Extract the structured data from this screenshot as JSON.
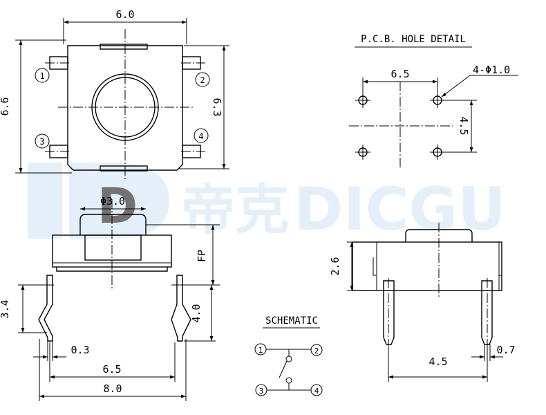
{
  "top_view": {
    "width": "6.0",
    "height_outer": "6.6",
    "height_inner": "6.3",
    "pins": [
      "1",
      "2",
      "3",
      "4"
    ]
  },
  "pcb": {
    "title": "P.C.B. HOLE DETAIL",
    "pitch_x": "6.5",
    "pitch_y": "4.5",
    "holes": "4-Φ1.0"
  },
  "front_view": {
    "plunger_dia": "Φ3.0",
    "fp": "FP",
    "body_height": "3.4",
    "lead_height": "4.0",
    "lead_thickness": "0.3",
    "lead_pitch": "6.5",
    "overall_width": "8.0"
  },
  "schematic": {
    "title": "SCHEMATIC",
    "pins": [
      "1",
      "2",
      "3",
      "4"
    ]
  },
  "side_view": {
    "height": "2.6",
    "pitch": "4.5",
    "lead_width": "0.7"
  },
  "watermark": {
    "logo": "D",
    "text_cn": "帝克",
    "text_en": "DICGU"
  }
}
